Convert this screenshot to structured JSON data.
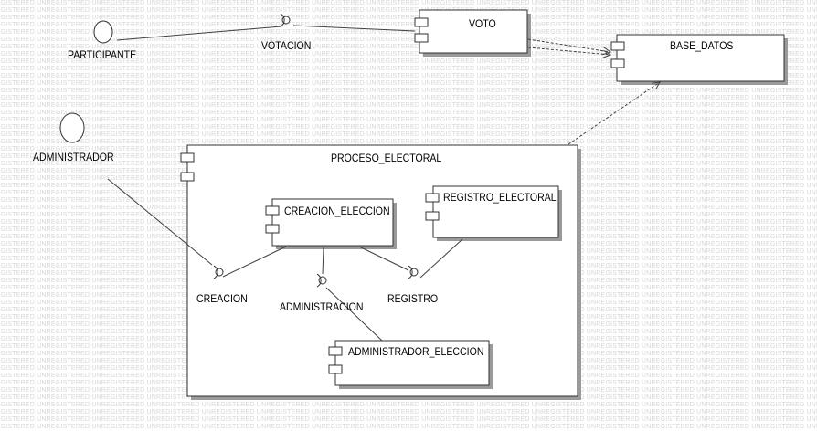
{
  "watermark": "UNREGISTERED",
  "components": {
    "voto": "VOTO",
    "base_datos": "BASE_DATOS",
    "proceso_electoral": "PROCESO_ELECTORAL",
    "creacion_eleccion": "CREACION_ELECCION",
    "registro_electoral": "REGISTRO_ELECTORAL",
    "administrador_eleccion": "ADMINISTRADOR_ELECCION"
  },
  "actors": {
    "participante": "PARTICIPANTE",
    "administrador": "ADMINISTRADOR"
  },
  "interfaces": {
    "votacion": "VOTACION",
    "creacion": "CREACION",
    "administracion": "ADMINISTRACION",
    "registro": "REGISTRO"
  }
}
